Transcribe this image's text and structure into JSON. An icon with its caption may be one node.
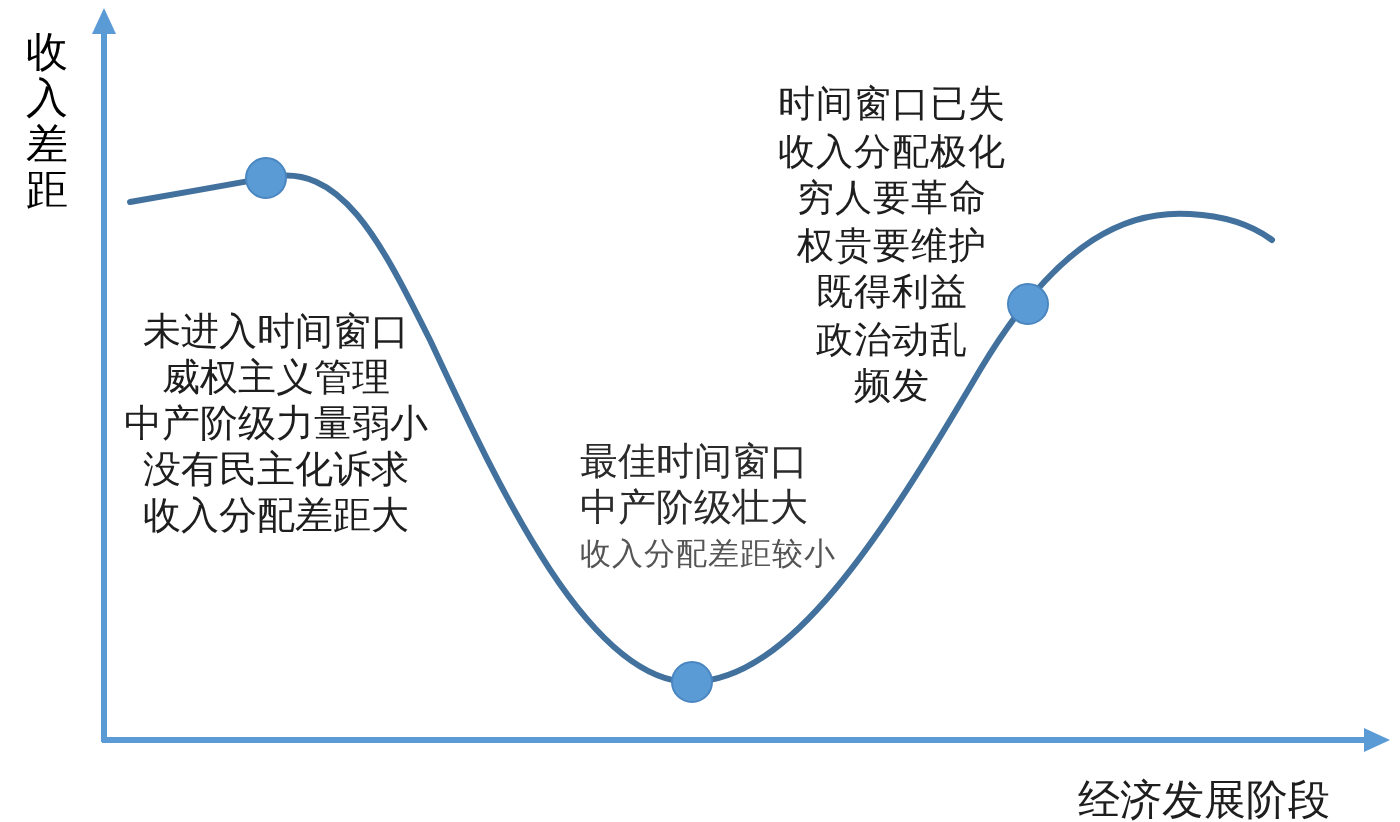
{
  "diagram": {
    "labels": [
      "收入差距",
      "时间窗口已失收入分配极化穷人要革命权贵要维护既得利益政治动乱频发",
      "未进入时间窗口威权主义管理中产阶级力量弱小没有民主化诉求收入分配差距大",
      "最佳时间窗口中产阶级壮大",
      "收入分配差距较小",
      "经济发展阶段"
    ]
  }
}
